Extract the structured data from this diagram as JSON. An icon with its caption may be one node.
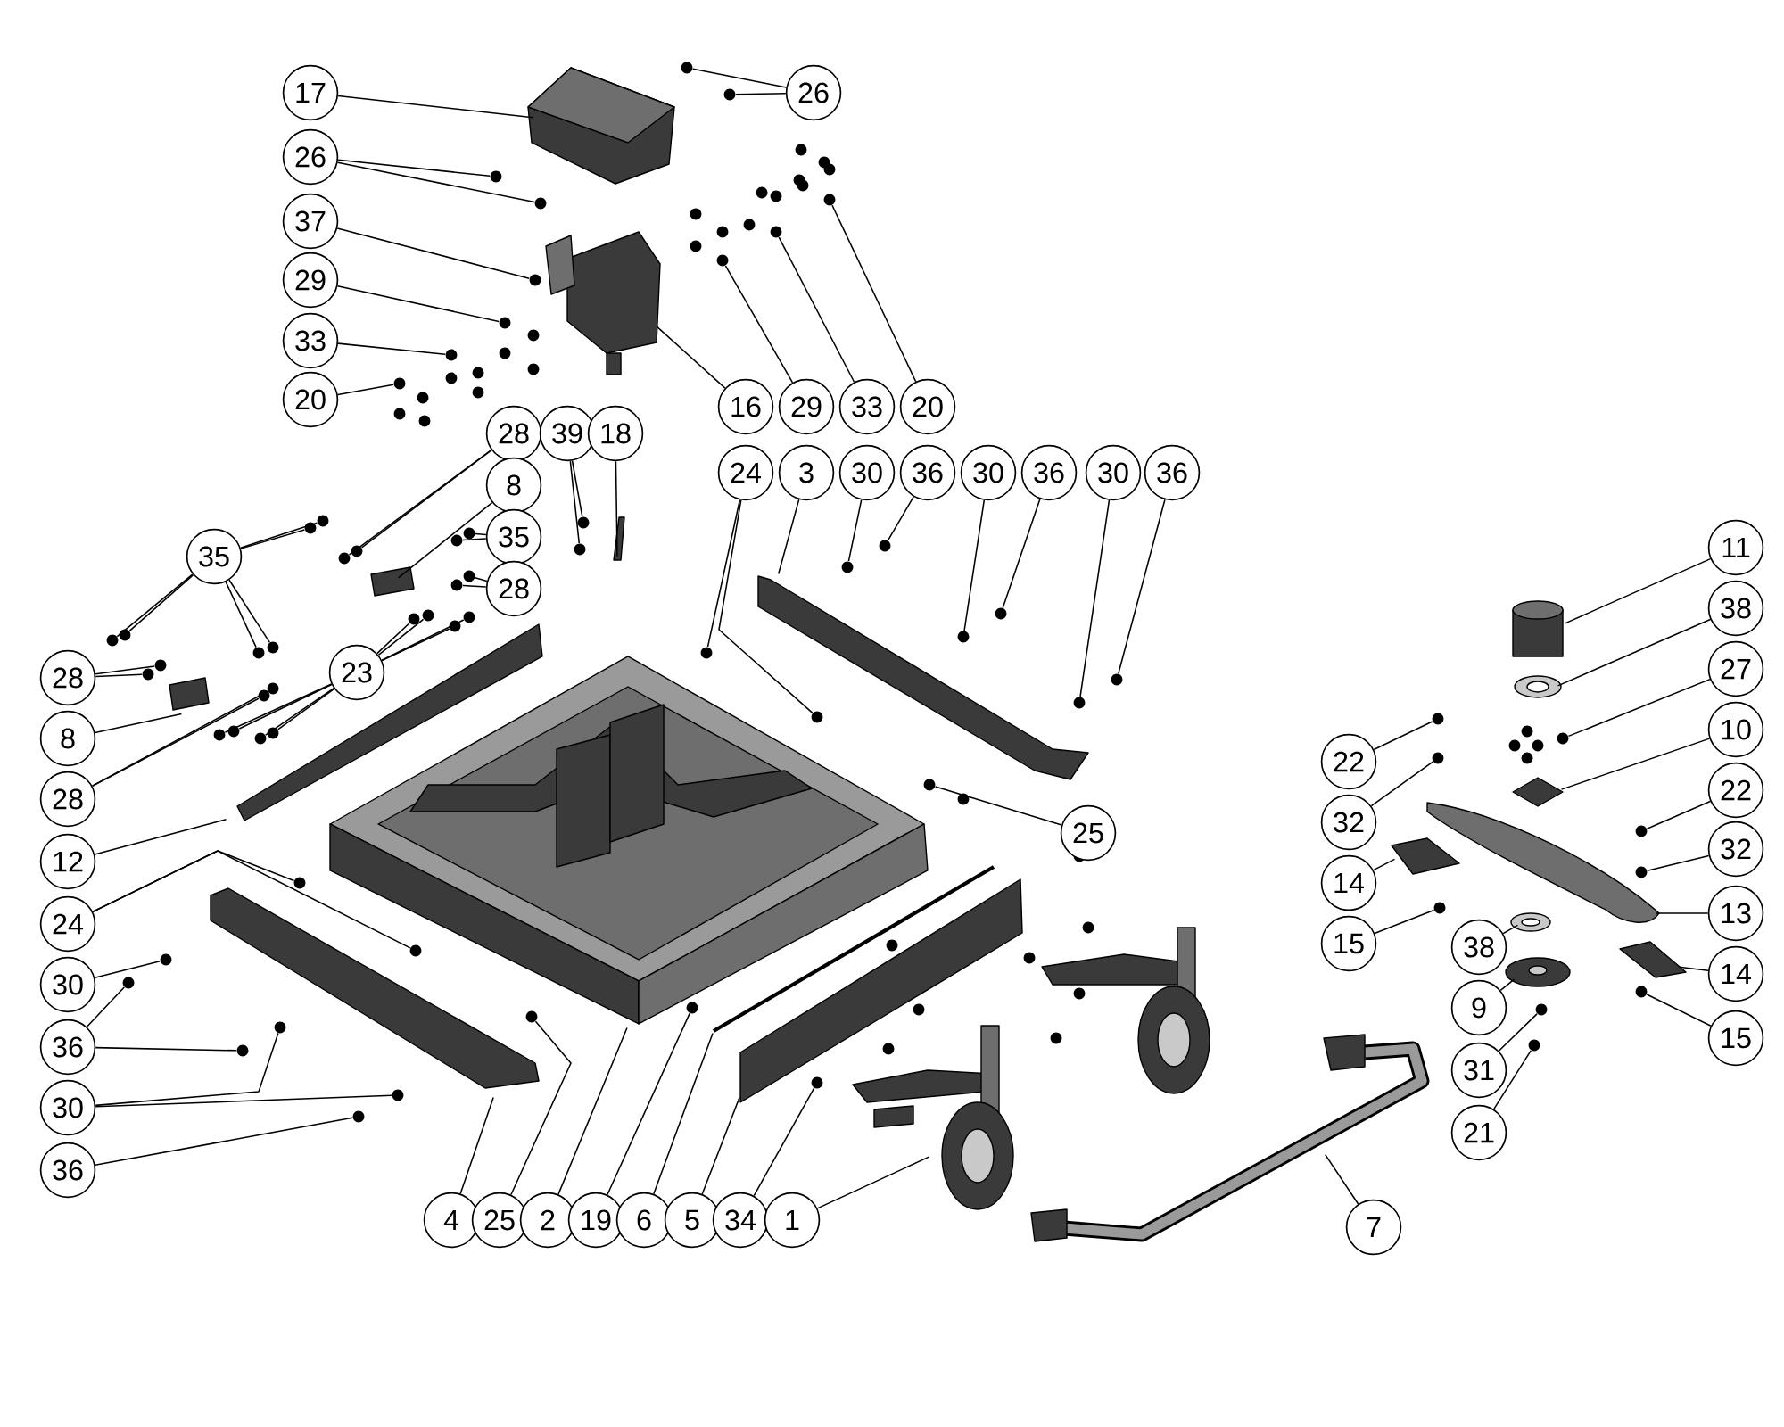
{
  "diagram": {
    "nodes": [
      {
        "text": [
          "17"
        ]
      },
      {
        "text": [
          "26"
        ]
      },
      {
        "text": [
          "26"
        ]
      },
      {
        "text": [
          "37"
        ]
      },
      {
        "text": [
          "29"
        ]
      },
      {
        "text": [
          "33"
        ]
      },
      {
        "text": [
          "20"
        ]
      },
      {
        "text": [
          "16"
        ]
      },
      {
        "text": [
          "29"
        ]
      },
      {
        "text": [
          "33"
        ]
      },
      {
        "text": [
          "20"
        ]
      },
      {
        "text": [
          "28"
        ]
      },
      {
        "text": [
          "39"
        ]
      },
      {
        "text": [
          "18"
        ]
      },
      {
        "text": [
          "24"
        ]
      },
      {
        "text": [
          "3"
        ]
      },
      {
        "text": [
          "30"
        ]
      },
      {
        "text": [
          "36"
        ]
      },
      {
        "text": [
          "30"
        ]
      },
      {
        "text": [
          "36"
        ]
      },
      {
        "text": [
          "30"
        ]
      },
      {
        "text": [
          "36"
        ]
      },
      {
        "text": [
          "8"
        ]
      },
      {
        "text": [
          "35"
        ]
      },
      {
        "text": [
          "35"
        ]
      },
      {
        "text": [
          "28"
        ]
      },
      {
        "text": [
          "11"
        ]
      },
      {
        "text": [
          "38"
        ]
      },
      {
        "text": [
          "23"
        ]
      },
      {
        "text": [
          "28"
        ]
      },
      {
        "text": [
          "27"
        ]
      },
      {
        "text": [
          "10"
        ]
      },
      {
        "text": [
          "8"
        ]
      },
      {
        "text": [
          "22"
        ]
      },
      {
        "text": [
          "32"
        ]
      },
      {
        "text": [
          "22"
        ]
      },
      {
        "text": [
          "28"
        ]
      },
      {
        "text": [
          "25"
        ]
      },
      {
        "text": [
          "32"
        ]
      },
      {
        "text": [
          "12"
        ]
      },
      {
        "text": [
          "14"
        ]
      },
      {
        "text": [
          "13"
        ]
      },
      {
        "text": [
          "24"
        ]
      },
      {
        "text": [
          "15"
        ]
      },
      {
        "text": [
          "38"
        ]
      },
      {
        "text": [
          "30"
        ]
      },
      {
        "text": [
          "14"
        ]
      },
      {
        "text": [
          "9"
        ]
      },
      {
        "text": [
          "36"
        ]
      },
      {
        "text": [
          "30"
        ]
      },
      {
        "text": [
          "15"
        ]
      },
      {
        "text": [
          "31"
        ]
      },
      {
        "text": [
          "36"
        ]
      },
      {
        "text": [
          "21"
        ]
      },
      {
        "text": [
          "4"
        ]
      },
      {
        "text": [
          "25"
        ]
      },
      {
        "text": [
          "2"
        ]
      },
      {
        "text": [
          "19"
        ]
      },
      {
        "text": [
          "6"
        ]
      },
      {
        "text": [
          "5"
        ]
      },
      {
        "text": [
          "34"
        ]
      },
      {
        "text": [
          "1"
        ]
      },
      {
        "text": [
          "7"
        ]
      },
      {
        "text": [],
        "shape": "picture"
      },
      {
        "text": [],
        "shape": "circle"
      },
      {
        "text": [],
        "shape": "circle"
      },
      {
        "text": [],
        "shape": "circle"
      },
      {
        "text": [],
        "shape": "circle"
      },
      {
        "text": [],
        "shape": "circle"
      },
      {
        "text": [],
        "shape": "circle"
      },
      {
        "text": [],
        "shape": "circle"
      },
      {
        "text": [],
        "shape": "circle"
      },
      {
        "text": [],
        "shape": "picture"
      },
      {
        "text": [],
        "shape": "circle"
      },
      {
        "text": [],
        "shape": "circle"
      },
      {
        "text": [],
        "shape": "circle"
      },
      {
        "text": [],
        "shape": "circle"
      },
      {
        "text": [],
        "shape": "circle"
      },
      {
        "text": [],
        "shape": "circle"
      },
      {
        "text": [],
        "shape": "circle"
      },
      {
        "text": [],
        "shape": "picture"
      },
      {
        "text": [],
        "shape": "circle"
      },
      {
        "text": [],
        "shape": "circle"
      },
      {
        "text": [],
        "shape": "picture"
      },
      {
        "text": [],
        "shape": "circle"
      },
      {
        "text": [],
        "shape": "circle"
      },
      {
        "text": [],
        "shape": "circle"
      },
      {
        "text": [],
        "shape": "circle"
      },
      {
        "text": [],
        "shape": "circle"
      },
      {
        "text": [],
        "shape": "circle"
      },
      {
        "text": [],
        "shape": "picture"
      },
      {
        "text": [],
        "shape": "circle"
      },
      {
        "text": [],
        "shape": "circle"
      },
      {
        "text": [],
        "shape": "circle"
      },
      {
        "text": [],
        "shape": "circle"
      },
      {
        "text": [],
        "shape": "circle"
      },
      {
        "text": [],
        "shape": "circle"
      },
      {
        "text": [],
        "shape": "circle"
      },
      {
        "text": [],
        "shape": "circle"
      },
      {
        "text": [],
        "shape": "circle"
      },
      {
        "text": [],
        "shape": "circle"
      },
      {
        "text": [],
        "shape": "cylinder"
      },
      {
        "text": [],
        "shape": "picture"
      },
      {
        "text": [],
        "shape": "circle"
      },
      {
        "text": [],
        "shape": "circle"
      },
      {
        "text": [],
        "shape": "circle"
      },
      {
        "text": [],
        "shape": "circle"
      },
      {
        "text": [],
        "shape": "circle"
      },
      {
        "text": [],
        "shape": "circle"
      },
      {
        "text": [],
        "shape": "circle"
      },
      {
        "text": [],
        "shape": "circle"
      },
      {
        "text": [],
        "shape": "circle"
      },
      {
        "text": [],
        "shape": "circle"
      },
      {
        "text": [],
        "shape": "circle"
      },
      {
        "text": [],
        "shape": "picture"
      },
      {
        "text": [],
        "shape": "picture"
      },
      {
        "text": [],
        "shape": "circle"
      },
      {
        "text": [],
        "shape": "circle"
      },
      {
        "text": [],
        "shape": "circle"
      },
      {
        "text": [],
        "shape": "circle"
      },
      {
        "text": [],
        "shape": "circle"
      },
      {
        "text": [],
        "shape": "circle"
      },
      {
        "text": [],
        "shape": "circle"
      },
      {
        "text": [],
        "shape": "picture"
      },
      {
        "text": [],
        "shape": "picture"
      },
      {
        "text": [],
        "shape": "picture"
      },
      {
        "text": [],
        "shape": "circle"
      },
      {
        "text": [],
        "shape": "circle"
      },
      {
        "text": [],
        "shape": "circle"
      },
      {
        "text": [],
        "shape": "picture"
      },
      {
        "text": [],
        "shape": "circle"
      },
      {
        "text": [],
        "shape": "picture"
      },
      {
        "text": [],
        "shape": "circle"
      },
      {
        "text": [],
        "shape": "circle"
      },
      {
        "text": [],
        "shape": "circle"
      },
      {
        "text": [],
        "shape": "circle"
      },
      {
        "text": [],
        "shape": "circle"
      },
      {
        "text": [],
        "shape": "circle"
      },
      {
        "text": [],
        "shape": "circle"
      },
      {
        "text": [],
        "shape": "circle"
      },
      {
        "text": [],
        "shape": "circle"
      },
      {
        "text": [],
        "shape": "picture"
      },
      {
        "text": [],
        "shape": "circle"
      },
      {
        "text": [],
        "shape": "picture"
      },
      {
        "text": [],
        "shape": "circle"
      },
      {
        "text": [],
        "shape": "picture"
      },
      {
        "text": [],
        "shape": "picture"
      },
      {
        "text": [],
        "shape": "circle"
      },
      {
        "text": [],
        "shape": "picture"
      },
      {
        "text": [],
        "shape": "picture"
      }
    ],
    "edges": [
      {
        "from": 0,
        "to": 63,
        "arrow": "none"
      },
      {
        "from": 1,
        "to": 64,
        "arrow": "none"
      },
      {
        "from": 1,
        "to": 65,
        "arrow": "none"
      },
      {
        "from": 2,
        "to": 66,
        "arrow": "none"
      },
      {
        "from": 2,
        "to": 67,
        "arrow": "none"
      },
      {
        "from": 3,
        "to": 68,
        "arrow": "none"
      },
      {
        "from": 4,
        "to": 69,
        "arrow": "none"
      },
      {
        "from": 5,
        "to": 70,
        "arrow": "none"
      },
      {
        "from": 6,
        "to": 71,
        "arrow": "none"
      },
      {
        "from": 7,
        "to": 72,
        "arrow": "none"
      },
      {
        "from": 8,
        "to": 73,
        "arrow": "none"
      },
      {
        "from": 9,
        "to": 74,
        "arrow": "none"
      },
      {
        "from": 10,
        "to": 75,
        "arrow": "none"
      },
      {
        "from": 11,
        "to": 76,
        "arrow": "none"
      },
      {
        "from": 11,
        "to": 77,
        "arrow": "none"
      },
      {
        "from": 12,
        "to": 78,
        "arrow": "none"
      },
      {
        "from": 12,
        "to": 79,
        "arrow": "none"
      },
      {
        "from": 13,
        "to": 80,
        "arrow": "none"
      },
      {
        "from": 14,
        "to": 81,
        "arrow": "none"
      },
      {
        "from": 14,
        "to": 82,
        "arrow": "none"
      },
      {
        "from": 15,
        "to": 83,
        "arrow": "none"
      },
      {
        "from": 16,
        "to": 84,
        "arrow": "none"
      },
      {
        "from": 17,
        "to": 85,
        "arrow": "none"
      },
      {
        "from": 18,
        "to": 86,
        "arrow": "none"
      },
      {
        "from": 19,
        "to": 87,
        "arrow": "none"
      },
      {
        "from": 20,
        "to": 88,
        "arrow": "none"
      },
      {
        "from": 21,
        "to": 89,
        "arrow": "none"
      },
      {
        "from": 22,
        "to": 90,
        "arrow": "none"
      },
      {
        "from": 23,
        "to": 91,
        "arrow": "none"
      },
      {
        "from": 23,
        "to": 92,
        "arrow": "none"
      },
      {
        "from": 24,
        "to": 93,
        "arrow": "none"
      },
      {
        "from": 24,
        "to": 94,
        "arrow": "none"
      },
      {
        "from": 24,
        "to": 95,
        "arrow": "none"
      },
      {
        "from": 24,
        "to": 96,
        "arrow": "none"
      },
      {
        "from": 24,
        "to": 97,
        "arrow": "none"
      },
      {
        "from": 24,
        "to": 98,
        "arrow": "none"
      },
      {
        "from": 25,
        "to": 99,
        "arrow": "none"
      },
      {
        "from": 25,
        "to": 100,
        "arrow": "none"
      },
      {
        "from": 26,
        "to": 101,
        "arrow": "none"
      },
      {
        "from": 27,
        "to": 102,
        "arrow": "none"
      },
      {
        "from": 28,
        "to": 103,
        "arrow": "none"
      },
      {
        "from": 28,
        "to": 104,
        "arrow": "none"
      },
      {
        "from": 28,
        "to": 105,
        "arrow": "none"
      },
      {
        "from": 28,
        "to": 106,
        "arrow": "none"
      },
      {
        "from": 28,
        "to": 107,
        "arrow": "none"
      },
      {
        "from": 28,
        "to": 108,
        "arrow": "none"
      },
      {
        "from": 28,
        "to": 109,
        "arrow": "none"
      },
      {
        "from": 28,
        "to": 110,
        "arrow": "none"
      },
      {
        "from": 29,
        "to": 111,
        "arrow": "none"
      },
      {
        "from": 29,
        "to": 112,
        "arrow": "none"
      },
      {
        "from": 30,
        "to": 113,
        "arrow": "none"
      },
      {
        "from": 31,
        "to": 114,
        "arrow": "none"
      },
      {
        "from": 32,
        "to": 115,
        "arrow": "none"
      },
      {
        "from": 33,
        "to": 116,
        "arrow": "none"
      },
      {
        "from": 34,
        "to": 117,
        "arrow": "none"
      },
      {
        "from": 35,
        "to": 118,
        "arrow": "none"
      },
      {
        "from": 36,
        "to": 119,
        "arrow": "none"
      },
      {
        "from": 36,
        "to": 120,
        "arrow": "none"
      },
      {
        "from": 37,
        "to": 121,
        "arrow": "none"
      },
      {
        "from": 38,
        "to": 122,
        "arrow": "none"
      },
      {
        "from": 39,
        "to": 123,
        "arrow": "none"
      },
      {
        "from": 40,
        "to": 124,
        "arrow": "none"
      },
      {
        "from": 41,
        "to": 125,
        "arrow": "none"
      },
      {
        "from": 42,
        "to": 126,
        "arrow": "none"
      },
      {
        "from": 42,
        "to": 127,
        "arrow": "none"
      },
      {
        "from": 43,
        "to": 128,
        "arrow": "none"
      },
      {
        "from": 44,
        "to": 129,
        "arrow": "none"
      },
      {
        "from": 45,
        "to": 130,
        "arrow": "none"
      },
      {
        "from": 46,
        "to": 131,
        "arrow": "none"
      },
      {
        "from": 47,
        "to": 132,
        "arrow": "none"
      },
      {
        "from": 48,
        "to": 133,
        "arrow": "none"
      },
      {
        "from": 48,
        "to": 134,
        "arrow": "none"
      },
      {
        "from": 49,
        "to": 135,
        "arrow": "none"
      },
      {
        "from": 49,
        "to": 136,
        "arrow": "none"
      },
      {
        "from": 50,
        "to": 137,
        "arrow": "none"
      },
      {
        "from": 51,
        "to": 138,
        "arrow": "none"
      },
      {
        "from": 52,
        "to": 139,
        "arrow": "none"
      },
      {
        "from": 53,
        "to": 140,
        "arrow": "none"
      },
      {
        "from": 54,
        "to": 141,
        "arrow": "none"
      },
      {
        "from": 55,
        "to": 142,
        "arrow": "none"
      },
      {
        "from": 56,
        "to": 143,
        "arrow": "none"
      },
      {
        "from": 57,
        "to": 144,
        "arrow": "none"
      },
      {
        "from": 58,
        "to": 145,
        "arrow": "none"
      },
      {
        "from": 59,
        "to": 146,
        "arrow": "none"
      },
      {
        "from": 60,
        "to": 147,
        "arrow": "none"
      },
      {
        "from": 61,
        "to": 148,
        "arrow": "none"
      },
      {
        "from": 62,
        "to": 149,
        "arrow": "none"
      }
    ]
  }
}
